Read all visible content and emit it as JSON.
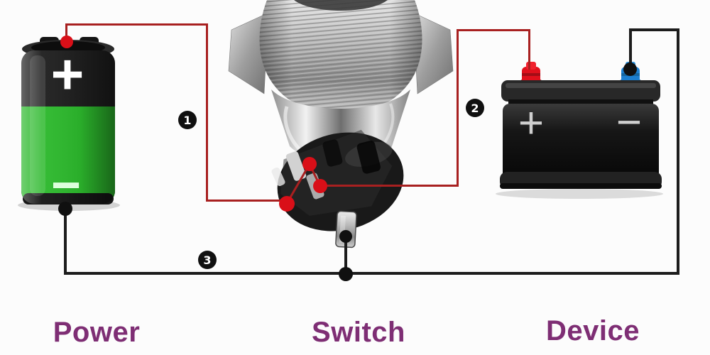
{
  "colors": {
    "background": "#fcfcfc",
    "wire_red": "#a82020",
    "wire_black": "#1c1c1c",
    "dot_red": "#d90f18",
    "dot_black": "#101010",
    "badge_bg": "#101010",
    "badge_text": "#ffffff",
    "label_purple": "#7e2e74",
    "battery_green": "#2db92d",
    "terminal_red": "#e0101c",
    "terminal_blue": "#1d7fd0"
  },
  "components": {
    "power": {
      "label": "Power",
      "plus": "+",
      "minus": "−"
    },
    "switch": {
      "label": "Switch"
    },
    "device": {
      "label": "Device",
      "plus": "+",
      "minus": "−"
    }
  },
  "wires": [
    {
      "number": "1",
      "color": "red",
      "connects": "power positive terminal to switch"
    },
    {
      "number": "2",
      "color": "red",
      "connects": "switch to device positive terminal"
    },
    {
      "number": "3",
      "color": "black",
      "connects": "power negative terminal to device negative terminal"
    }
  ]
}
